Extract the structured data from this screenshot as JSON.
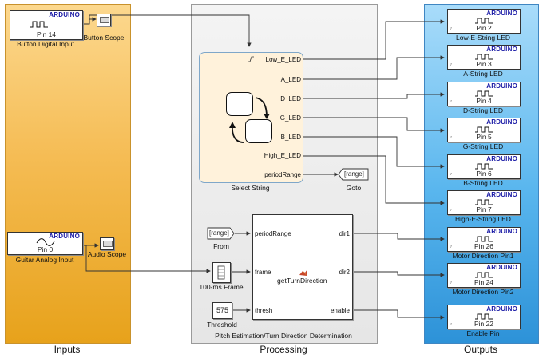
{
  "areas": {
    "inputs": "Inputs",
    "processing": "Processing",
    "outputs": "Outputs"
  },
  "brand": "ARDUINO",
  "inputs": {
    "button": {
      "pin": "Pin 14",
      "label": "Button Digital Input"
    },
    "guitar": {
      "pin": "Pin 0",
      "label": "Guitar Analog Input"
    },
    "button_scope": "Button Scope",
    "audio_scope": "Audio Scope"
  },
  "chart": {
    "label": "Select String",
    "outputs": [
      "Low_E_LED",
      "A_LED",
      "D_LED",
      "G_LED",
      "B_LED",
      "High_E_LED",
      "periodRange"
    ]
  },
  "goto": {
    "tag": "[range]",
    "label": "Goto"
  },
  "from": {
    "tag": "[range]",
    "label": "From"
  },
  "frame_block": {
    "label": "100-ms Frame"
  },
  "threshold": {
    "value": "575",
    "label": "Threshold"
  },
  "func": {
    "name": "getTurnDirection",
    "label": "Pitch Estimation/Turn Direction Determination",
    "inputs": [
      "periodRange",
      "frame",
      "thresh"
    ],
    "outputs": [
      "dir1",
      "dir2",
      "enable"
    ]
  },
  "outputs": [
    {
      "pin": "Pin 2",
      "label": "Low-E-String LED"
    },
    {
      "pin": "Pin 3",
      "label": "A-String LED"
    },
    {
      "pin": "Pin 4",
      "label": "D-String LED"
    },
    {
      "pin": "Pin 5",
      "label": "G-String LED"
    },
    {
      "pin": "Pin 6",
      "label": "B-String LED"
    },
    {
      "pin": "Pin 7",
      "label": "High-E-String LED"
    },
    {
      "pin": "Pin 26",
      "label": "Motor Direction Pin1"
    },
    {
      "pin": "Pin 24",
      "label": "Motor Direction Pin2"
    },
    {
      "pin": "Pin 22",
      "label": "Enable Pin"
    }
  ]
}
